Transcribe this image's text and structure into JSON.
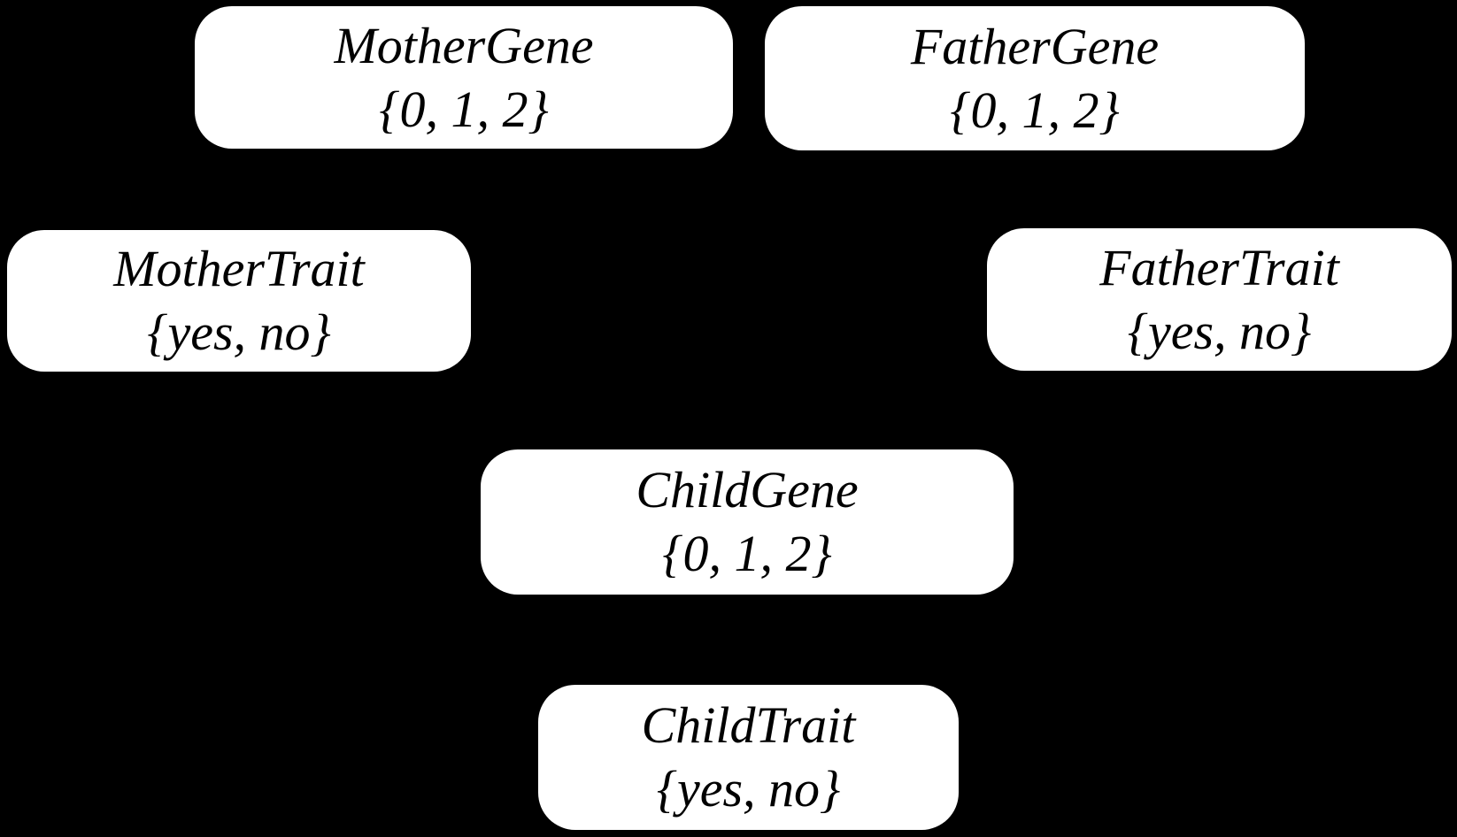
{
  "diagram": {
    "type": "bayesian-network",
    "colors": {
      "background": "#000000",
      "node_fill": "#ffffff",
      "node_text": "#000000"
    },
    "nodes": [
      {
        "id": "mother-gene",
        "label": "MotherGene",
        "values": "{0, 1, 2}"
      },
      {
        "id": "father-gene",
        "label": "FatherGene",
        "values": "{0, 1, 2}"
      },
      {
        "id": "mother-trait",
        "label": "MotherTrait",
        "values": "{yes, no}"
      },
      {
        "id": "father-trait",
        "label": "FatherTrait",
        "values": "{yes, no}"
      },
      {
        "id": "child-gene",
        "label": "ChildGene",
        "values": "{0, 1, 2}"
      },
      {
        "id": "child-trait",
        "label": "ChildTrait",
        "values": "{yes, no}"
      }
    ]
  }
}
